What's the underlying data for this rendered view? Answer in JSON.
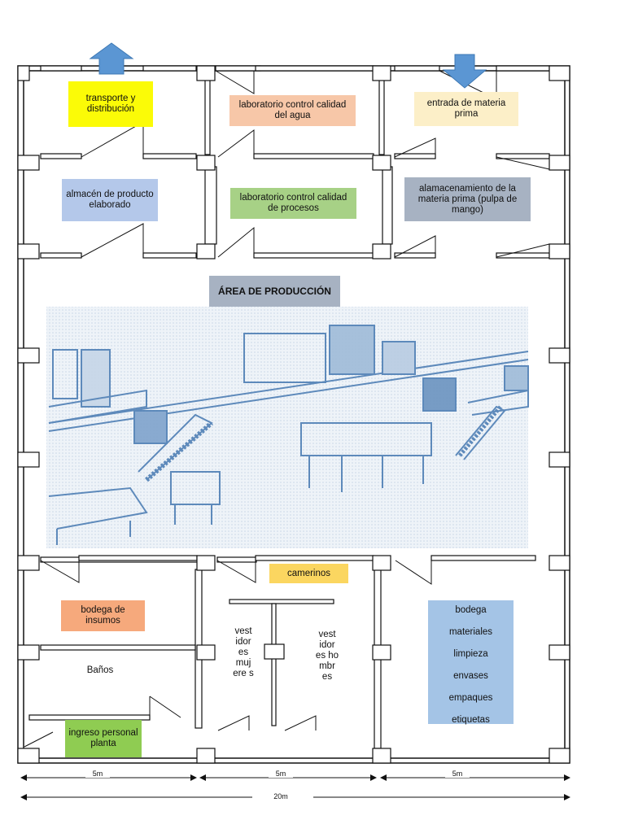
{
  "rooms": {
    "transporte": "transporte y distribución",
    "lab_agua": "laboratorio control calidad del agua",
    "entrada": "entrada de materia prima",
    "almacen_producto": "almacén de producto elaborado",
    "lab_procesos": "laboratorio control calidad de procesos",
    "almacen_materia": "alamacenamiento de la materia prima (pulpa de mango)",
    "produccion": "ÁREA DE PRODUCCIÓN",
    "bodega_insumos": "bodega de insumos",
    "camerinos": "camerinos",
    "banos": "Baños",
    "vestidores_mujeres": "vest idor es muj ere s",
    "vestidores_hombres": "vest idor es ho mbr es",
    "ingreso": "ingreso personal planta",
    "bodega_materiales": [
      "bodega",
      "materiales",
      "limpieza",
      "envases",
      "empaques",
      "etiquetas"
    ]
  },
  "dimensions": {
    "col1": "5m",
    "col2": "5m",
    "col3": "5m",
    "total": "20m"
  },
  "colors": {
    "yellow": "#fbfb07",
    "peach": "#f7c7a8",
    "cream": "#fcefc8",
    "light_blue": "#b4c8ea",
    "green": "#a7d186",
    "slate": "#a7b2c2",
    "orange": "#f6a97c",
    "gold": "#fbd660",
    "bright_green": "#8fcc52",
    "sky": "#a4c4e6",
    "arrow": "#5b96d3"
  }
}
